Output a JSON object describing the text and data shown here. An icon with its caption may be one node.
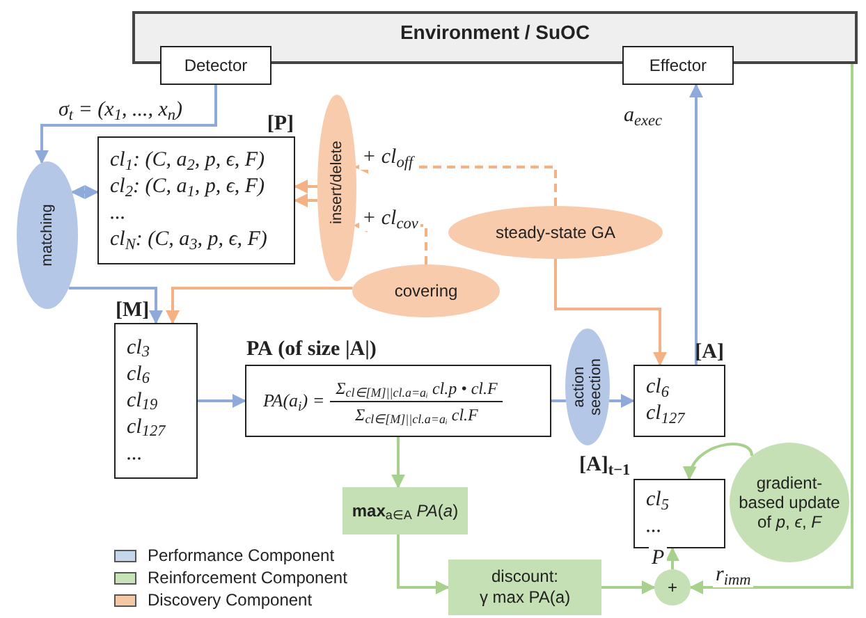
{
  "diagram": {
    "nodes": [
      {
        "text": [
          "Environment / SuOC"
        ]
      },
      {
        "text": [
          "Detector"
        ]
      },
      {
        "text": [
          "Effector"
        ]
      },
      {
        "text": [
          "matching"
        ]
      },
      {
        "text": [
          "[P]",
          "cl$_{1}$: (C, a$_{2}$, p, ϵ, F)",
          "cl$_{2}$: (C, a$_{1}$, p, ϵ, F)",
          "...",
          "cl$_{N}$: (C, a$_{3}$, p, ϵ, F)"
        ]
      },
      {
        "text": [
          "insert/delete"
        ]
      },
      {
        "text": [
          "steady-state GA"
        ]
      },
      {
        "text": [
          "covering"
        ]
      },
      {
        "text": [
          "[M]",
          "cl$_{3}$",
          "cl$_{6}$",
          "cl$_{19}$",
          "cl$_{127}$",
          "..."
        ]
      },
      {
        "text": [
          "**PA** (of size |A|)",
          "PA(a$_{i}$) =",
          "Σ$_{cl∈[M]||cl.a=aᵢ}$ cl.p • cl.F",
          "Σ$_{cl∈[M]||cl.a=aᵢ}$ cl.F"
        ]
      },
      {
        "text": [
          "action seection"
        ]
      },
      {
        "text": [
          "[A]",
          "cl$_{6}$",
          "cl$_{127}$"
        ]
      },
      {
        "text": [
          "[A]$_{t−1}$",
          "cl$_{5}$",
          "..."
        ]
      },
      {
        "text": [
          "**max**$_{a∈A}$ *PA*(*a*)"
        ]
      },
      {
        "text": [
          "gradient-based update of *p*, *ϵ*, *F*"
        ]
      },
      {
        "text": [
          "discount:",
          "γ max PA(a)"
        ]
      },
      {
        "text": [
          "+"
        ]
      }
    ],
    "edges": [
      {
        "from": 1,
        "to": 3,
        "arrow": "to",
        "label": "σ$_{t}$ = (x$_{1}$, ..., x$_{n}$)"
      },
      {
        "from": 3,
        "to": 4,
        "arrow": "both"
      },
      {
        "from": 5,
        "to": 4,
        "arrow": "to",
        "color": "#f4b183"
      },
      {
        "from": 5,
        "to": 4,
        "arrow": "to",
        "color": "#f4b183"
      },
      {
        "from": 6,
        "to": 5,
        "arrow": "to",
        "label": "+ cl$_{off}$",
        "style": "dashed",
        "color": "#f4b183"
      },
      {
        "from": 7,
        "to": 5,
        "arrow": "to",
        "label": "+ cl$_{cov}$",
        "style": "dashed",
        "color": "#f4b183"
      },
      {
        "from": 3,
        "to": 8,
        "arrow": "to"
      },
      {
        "from": 7,
        "to": 8,
        "arrow": "to",
        "color": "#f4b183"
      },
      {
        "from": 8,
        "to": 9,
        "arrow": "to"
      },
      {
        "from": 9,
        "to": 10,
        "arrow": "none"
      },
      {
        "from": 10,
        "to": 11,
        "arrow": "to"
      },
      {
        "from": 6,
        "to": 11,
        "arrow": "to",
        "color": "#f4b183"
      },
      {
        "from": 11,
        "to": 2,
        "arrow": "to",
        "label": "a$_{exec}$"
      },
      {
        "from": 9,
        "to": 13,
        "arrow": "to",
        "color": "#a9d18e"
      },
      {
        "from": 13,
        "to": 15,
        "arrow": "to",
        "color": "#a9d18e"
      },
      {
        "from": 15,
        "to": 16,
        "arrow": "to",
        "color": "#a9d18e"
      },
      {
        "from": 16,
        "to": 12,
        "arrow": "to",
        "label": "P",
        "color": "#a9d18e"
      },
      {
        "from": 0,
        "to": 16,
        "arrow": "to",
        "label": "r$_{imm}$",
        "color": "#a9d18e"
      },
      {
        "from": 14,
        "to": 12,
        "arrow": "to",
        "color": "#a9d18e"
      }
    ],
    "legend": [
      {
        "text": "Performance Component",
        "color": "#c5d5ea"
      },
      {
        "text": "Reinforcement Component",
        "color": "#c9e3b8"
      },
      {
        "text": "Discovery Component",
        "color": "#f4c7a5"
      }
    ]
  }
}
